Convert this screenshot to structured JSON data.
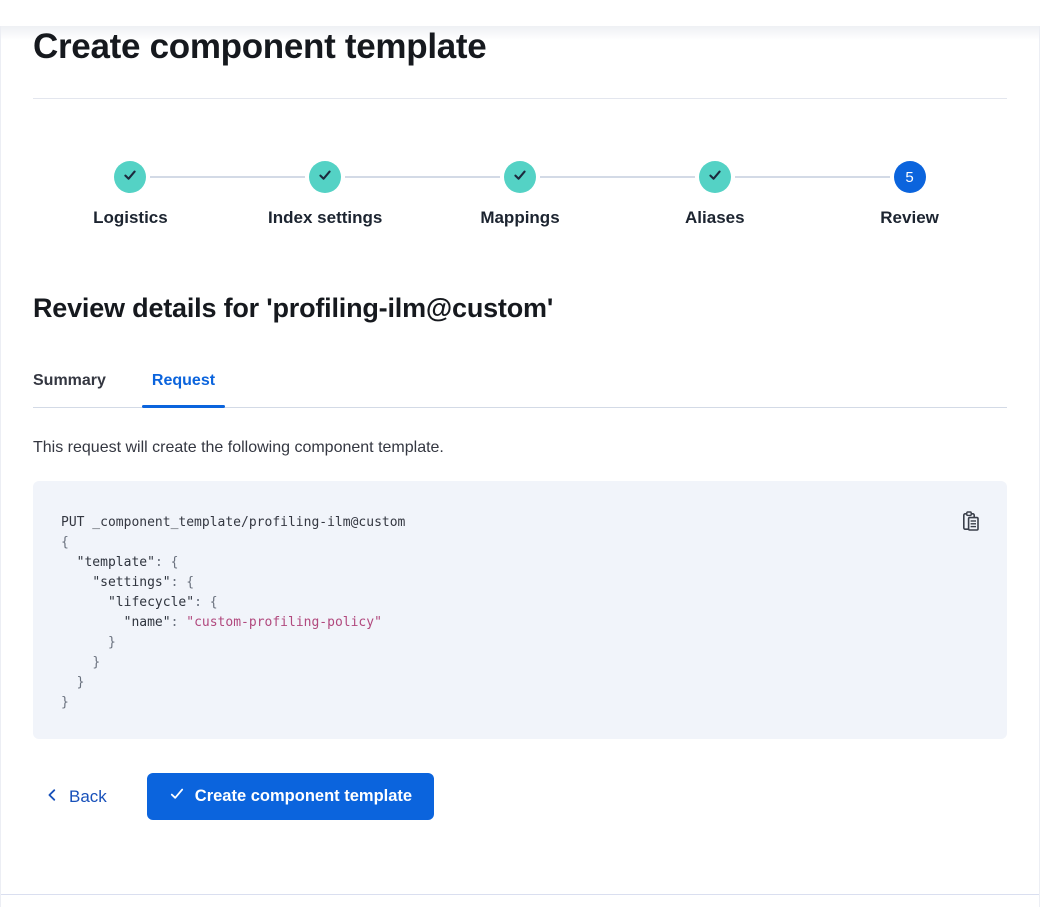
{
  "header": {
    "title": "Create component template"
  },
  "stepper": {
    "steps": [
      {
        "label": "Logistics",
        "status": "complete",
        "icon": "check-icon"
      },
      {
        "label": "Index settings",
        "status": "complete",
        "icon": "check-icon"
      },
      {
        "label": "Mappings",
        "status": "complete",
        "icon": "check-icon"
      },
      {
        "label": "Aliases",
        "status": "complete",
        "icon": "check-icon"
      },
      {
        "label": "Review",
        "status": "current",
        "number": "5"
      }
    ]
  },
  "review": {
    "heading": "Review details for 'profiling-ilm@custom'",
    "tabs": [
      {
        "label": "Summary",
        "active": false
      },
      {
        "label": "Request",
        "active": true
      }
    ],
    "description": "This request will create the following component template."
  },
  "code_block": {
    "copy_icon": "copy-clipboard-icon",
    "lines": [
      [
        {
          "t": "PUT _component_template/profiling-ilm@custom",
          "c": "plain"
        }
      ],
      [
        {
          "t": "{",
          "c": "punct"
        }
      ],
      [
        {
          "t": "  ",
          "c": "plain"
        },
        {
          "t": "\"template\"",
          "c": "key"
        },
        {
          "t": ": ",
          "c": "punct"
        },
        {
          "t": "{",
          "c": "punct"
        }
      ],
      [
        {
          "t": "    ",
          "c": "plain"
        },
        {
          "t": "\"settings\"",
          "c": "key"
        },
        {
          "t": ": ",
          "c": "punct"
        },
        {
          "t": "{",
          "c": "punct"
        }
      ],
      [
        {
          "t": "      ",
          "c": "plain"
        },
        {
          "t": "\"lifecycle\"",
          "c": "key"
        },
        {
          "t": ": ",
          "c": "punct"
        },
        {
          "t": "{",
          "c": "punct"
        }
      ],
      [
        {
          "t": "        ",
          "c": "plain"
        },
        {
          "t": "\"name\"",
          "c": "key"
        },
        {
          "t": ": ",
          "c": "punct"
        },
        {
          "t": "\"custom-profiling-policy\"",
          "c": "str"
        }
      ],
      [
        {
          "t": "      ",
          "c": "plain"
        },
        {
          "t": "}",
          "c": "punct"
        }
      ],
      [
        {
          "t": "    ",
          "c": "plain"
        },
        {
          "t": "}",
          "c": "punct"
        }
      ],
      [
        {
          "t": "  ",
          "c": "plain"
        },
        {
          "t": "}",
          "c": "punct"
        }
      ],
      [
        {
          "t": "}",
          "c": "punct"
        }
      ]
    ]
  },
  "footer": {
    "back_label": "Back",
    "submit_label": "Create component template"
  },
  "colors": {
    "primary_blue": "#0B64DD",
    "link_blue": "#1750BA",
    "step_complete_teal": "#54D2C5",
    "connector_gray": "#D3DAE6",
    "code_background": "#F1F4FA",
    "code_string_pink": "#B1497E",
    "heading_text": "#16191E"
  }
}
